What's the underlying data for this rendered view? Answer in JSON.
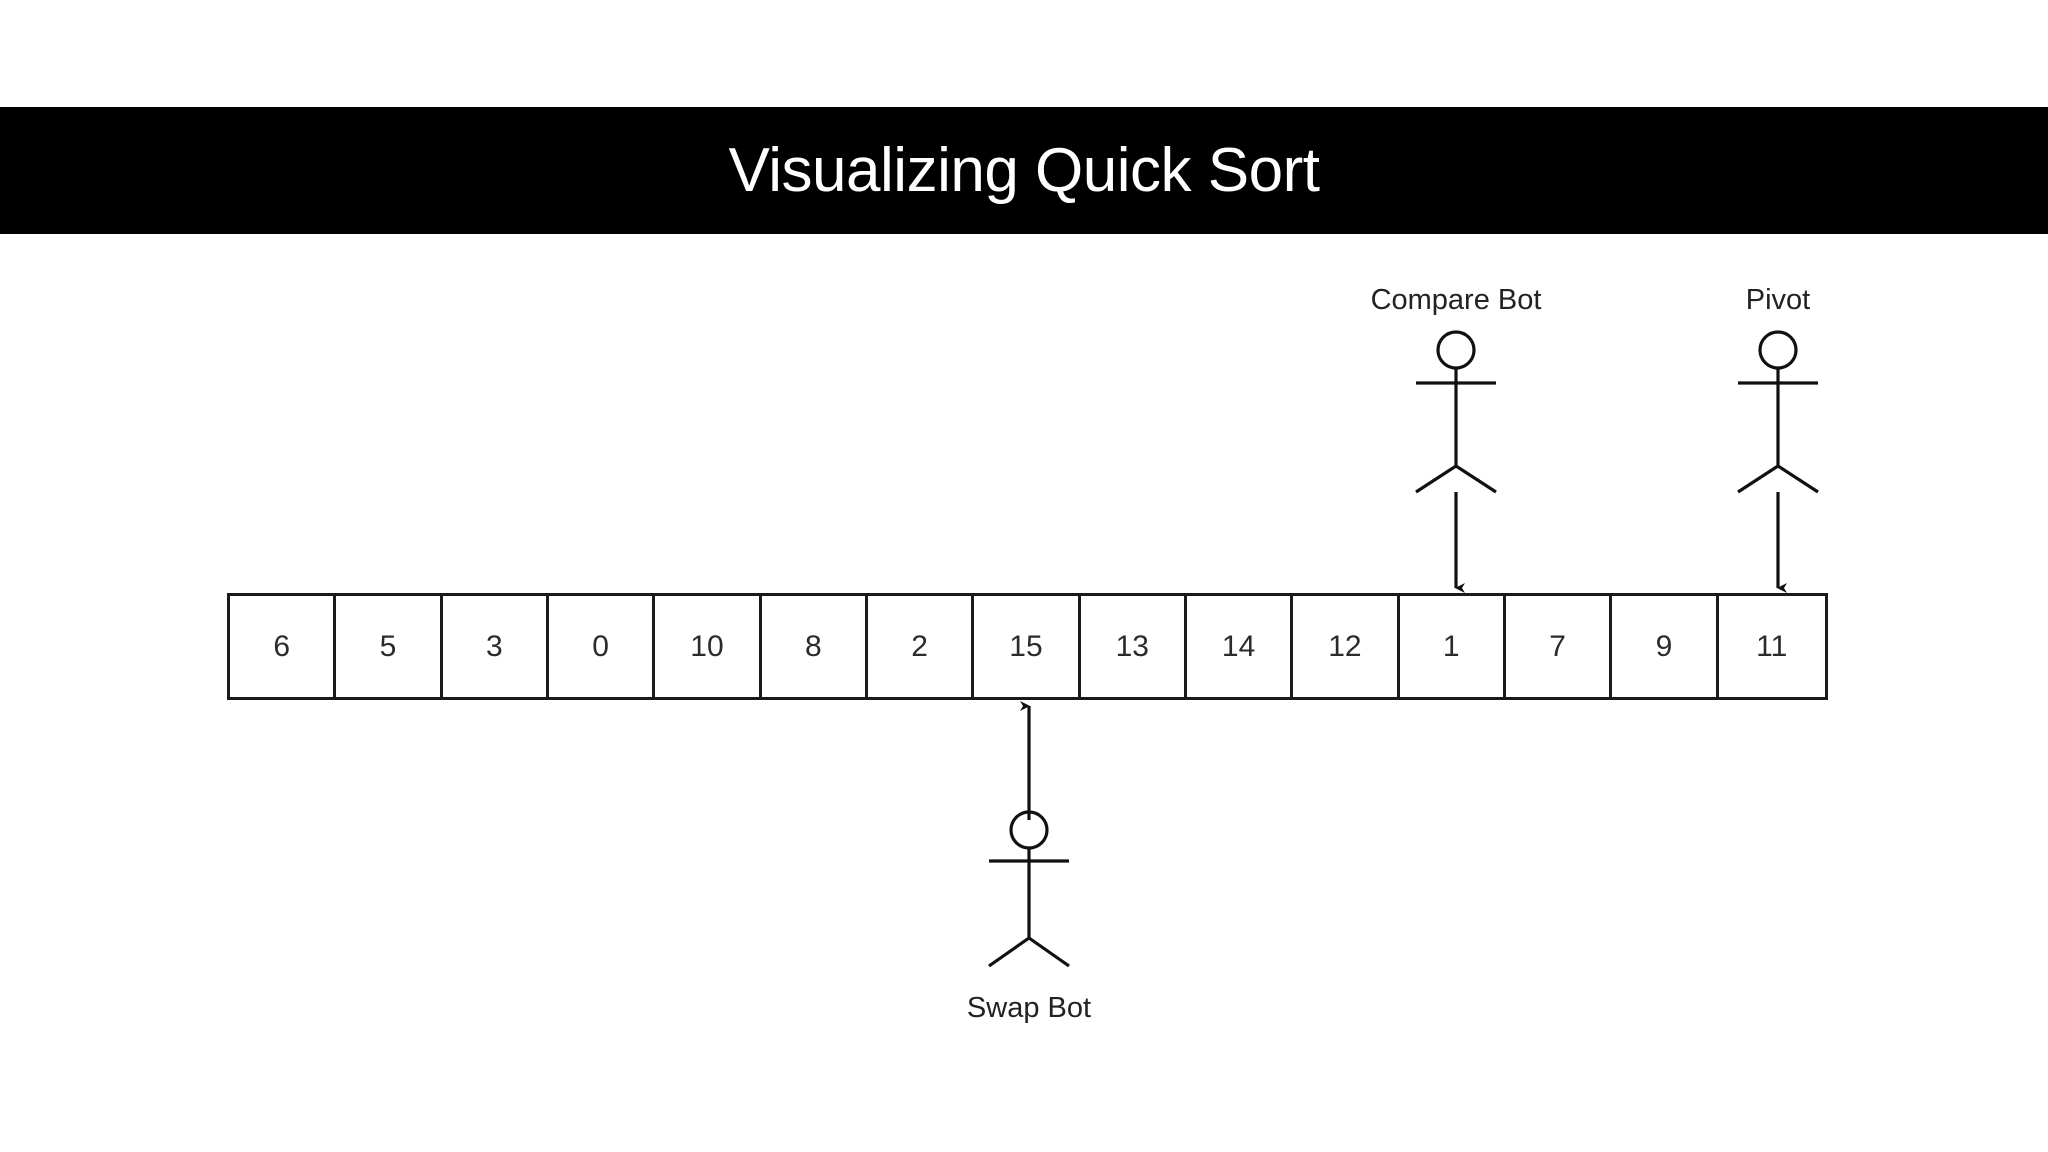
{
  "header": {
    "title": "Visualizing Quick Sort",
    "background_color": "#000000",
    "text_color": "#ffffff"
  },
  "diagram": {
    "background_color": "#ffffff",
    "stroke_color": "#1a1a1a",
    "array": {
      "values": [
        "6",
        "5",
        "3",
        "0",
        "10",
        "8",
        "2",
        "15",
        "13",
        "14",
        "12",
        "1",
        "7",
        "9",
        "11"
      ],
      "cell_count": 15
    },
    "actors": [
      {
        "id": "compare-bot",
        "label": "Compare Bot",
        "position": "above",
        "arrow_direction": "down",
        "target_index": 11,
        "target_value": "1"
      },
      {
        "id": "pivot",
        "label": "Pivot",
        "position": "above",
        "arrow_direction": "down",
        "target_index": 14,
        "target_value": "11"
      },
      {
        "id": "swap-bot",
        "label": "Swap Bot",
        "position": "below",
        "arrow_direction": "up",
        "target_index": 7,
        "target_value": "15"
      }
    ]
  }
}
